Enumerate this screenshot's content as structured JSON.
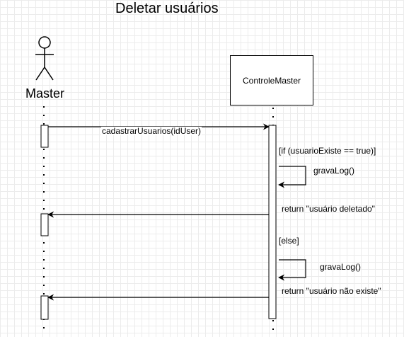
{
  "diagram": {
    "title": "Deletar usuários",
    "actor": {
      "name": "Master"
    },
    "object": {
      "name": "ControleMaster"
    },
    "messages": {
      "call": "cadastrarUsuarios(idUser)",
      "if_guard": "[if (usuarioExiste == true)]",
      "log_1": "gravaLog()",
      "return_1": "return \"usuário deletado\"",
      "else_guard": "[else]",
      "log_2": "gravaLog()",
      "return_2": "return \"usuário não existe\""
    }
  }
}
